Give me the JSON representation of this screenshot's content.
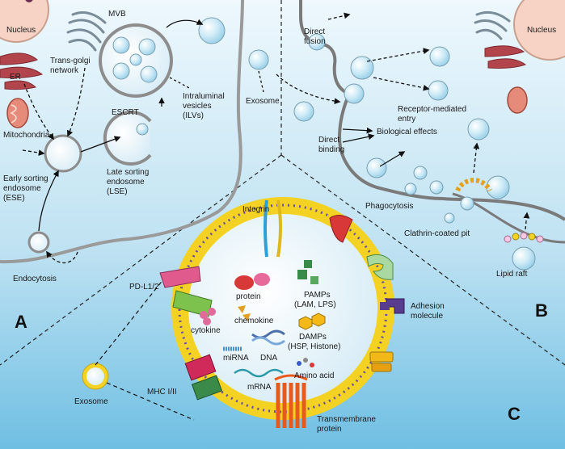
{
  "panels": {
    "a_letter": "A",
    "b_letter": "B",
    "c_letter": "C"
  },
  "panel_a": {
    "nucleus": "Nucleus",
    "trans_golgi_1": "Trans-golgi",
    "trans_golgi_2": "network",
    "er": "ER",
    "mitochondria": "Mitochondria",
    "mvb": "MVB",
    "escrt": "ESCRT",
    "ilv_1": "Intraluminal",
    "ilv_2": "vesicles",
    "ilv_3": "(ILVs)",
    "exosome": "Exosome",
    "ese_1": "Early sorting",
    "ese_2": "endosome",
    "ese_3": "(ESE)",
    "lse_1": "Late sorting",
    "lse_2": "endosome",
    "lse_3": "(LSE)",
    "endocytosis": "Endocytosis"
  },
  "panel_b": {
    "nucleus": "Nucleus",
    "direct_fusion_1": "Direct",
    "direct_fusion_2": "fusion",
    "receptor_1": "Receptor-mediated",
    "receptor_2": "entry",
    "direct_binding_1": "Direct",
    "direct_binding_2": "binding",
    "biological_effects": "Biological effects",
    "phagocytosis": "Phagocytosis",
    "clathrin": "Clathrin-coated pit",
    "lipid_raft": "Lipid raft"
  },
  "panel_c": {
    "integrin": "Integrin",
    "pdl": "PD-L1/2",
    "protein": "protein",
    "pamps_1": "PAMPs",
    "pamps_2": "(LAM, LPS)",
    "chemokine": "chemokine",
    "cytokine": "cytokine",
    "damps_1": "DAMPs",
    "damps_2": "(HSP, Histone)",
    "mirna": "miRNA",
    "dna": "DNA",
    "adhesion_1": "Adhesion",
    "adhesion_2": "molecule",
    "amino_acid": "Amino acid",
    "mrna": "mRNA",
    "mhc": "MHC I/II",
    "exosome": "Exosome",
    "transmembrane_1": "Transmembrane",
    "transmembrane_2": "protein"
  },
  "colors": {
    "bg_top": "#e9f6fc",
    "bg_bottom": "#7fc6e6",
    "vesicle": "#b8dff0",
    "membrane_bead": "#f4d224",
    "membrane_line": "#6a4fa0",
    "cell_line": "#8a8a8a"
  }
}
